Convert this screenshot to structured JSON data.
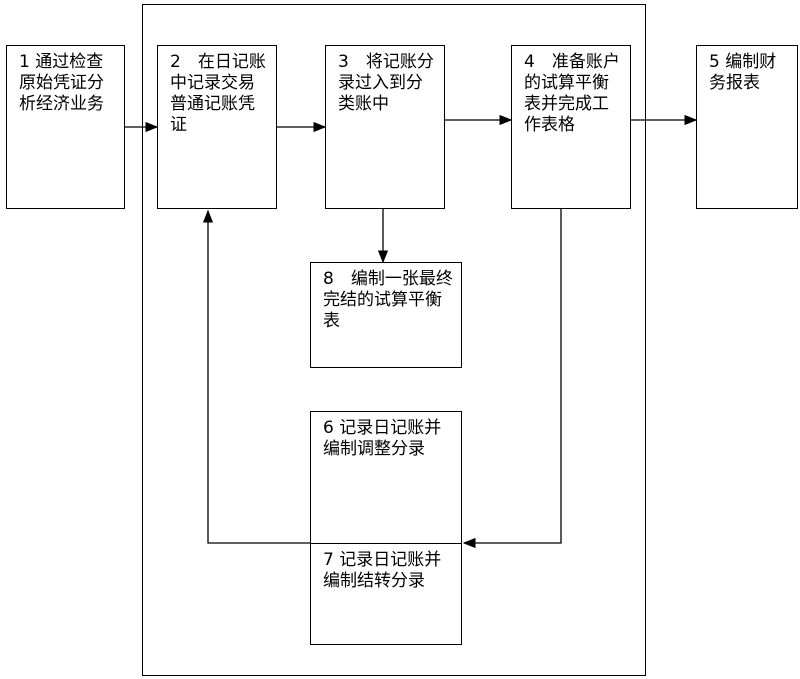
{
  "steps": [
    {
      "id": 1,
      "text": "1 通过检查原始凭证分析经济业务"
    },
    {
      "id": 2,
      "text": "2　在日记账中记录交易\n普通记账凭证"
    },
    {
      "id": 3,
      "text": "3　将记账分录过入到分类账中"
    },
    {
      "id": 4,
      "text": "4　准备账户的试算平衡表并完成工作表格"
    },
    {
      "id": 5,
      "text": "5 编制财务报表"
    },
    {
      "id": 8,
      "text": "8　编制一张最终完结的试算平衡表"
    },
    {
      "id": 6,
      "text": "6 记录日记账并编制调整分录"
    },
    {
      "id": 7,
      "text": "7 记录日记账并编制结转分录"
    }
  ]
}
